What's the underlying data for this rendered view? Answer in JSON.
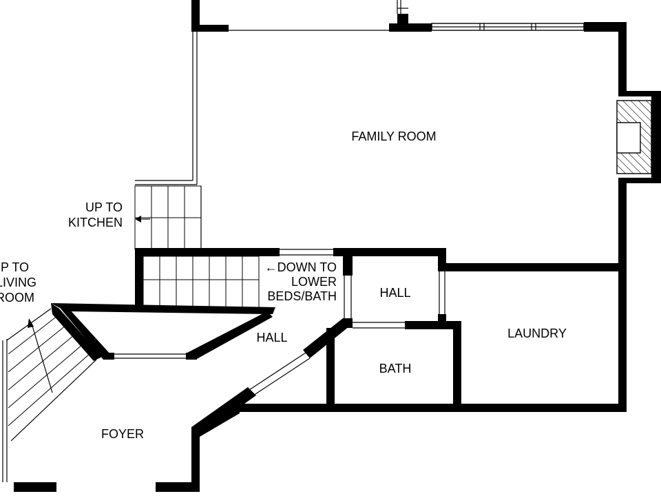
{
  "rooms": {
    "family_room": "FAMILY ROOM",
    "hall_upper": "HALL",
    "hall_lower": "HALL",
    "laundry": "LAUNDRY",
    "bath": "BATH",
    "foyer": "FOYER"
  },
  "stair_labels": {
    "kitchen_line1": "UP TO",
    "kitchen_line2": "KITCHEN",
    "living_line1": "UP TO",
    "living_line2": "LIVING",
    "living_line3": "ROOM",
    "down_line1": "←DOWN TO",
    "down_line2": "LOWER",
    "down_line3": "BEDS/BATH"
  },
  "colors": {
    "wall": "#000000",
    "background": "#ffffff"
  }
}
